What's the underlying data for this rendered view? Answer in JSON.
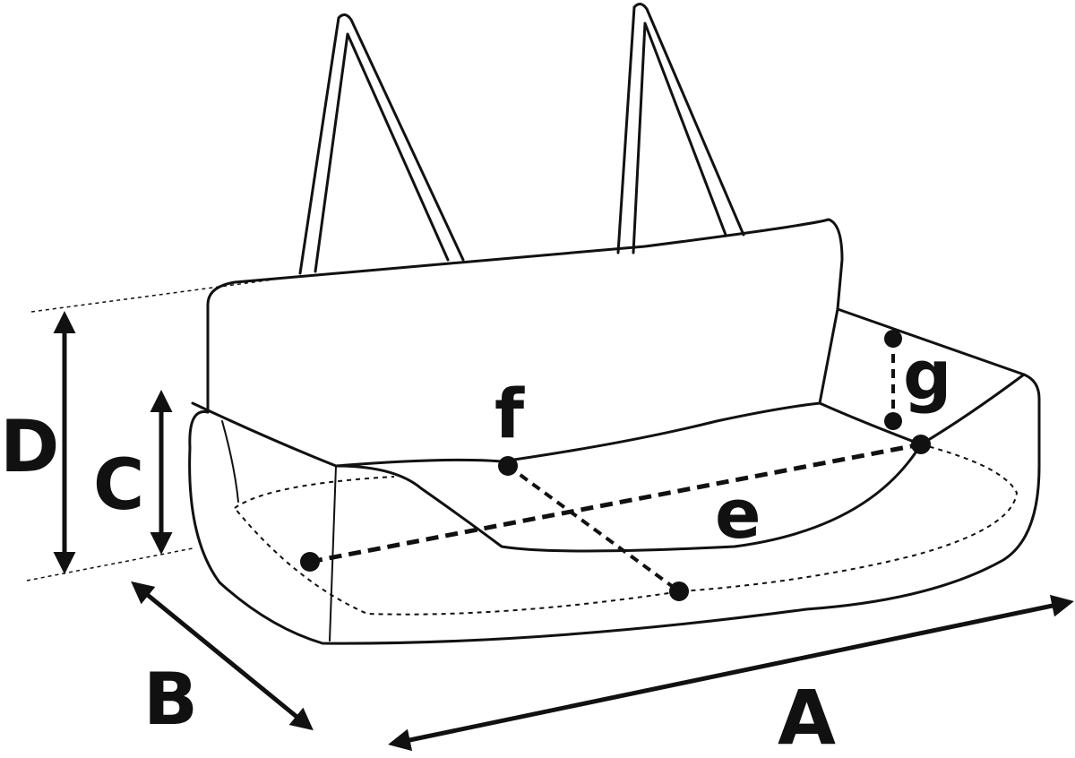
{
  "labels": {
    "a": "A",
    "b": "B",
    "c": "C",
    "d": "D",
    "e": "e",
    "f": "f",
    "g": "g"
  },
  "colors": {
    "line": "#111111",
    "background": "#ffffff"
  }
}
